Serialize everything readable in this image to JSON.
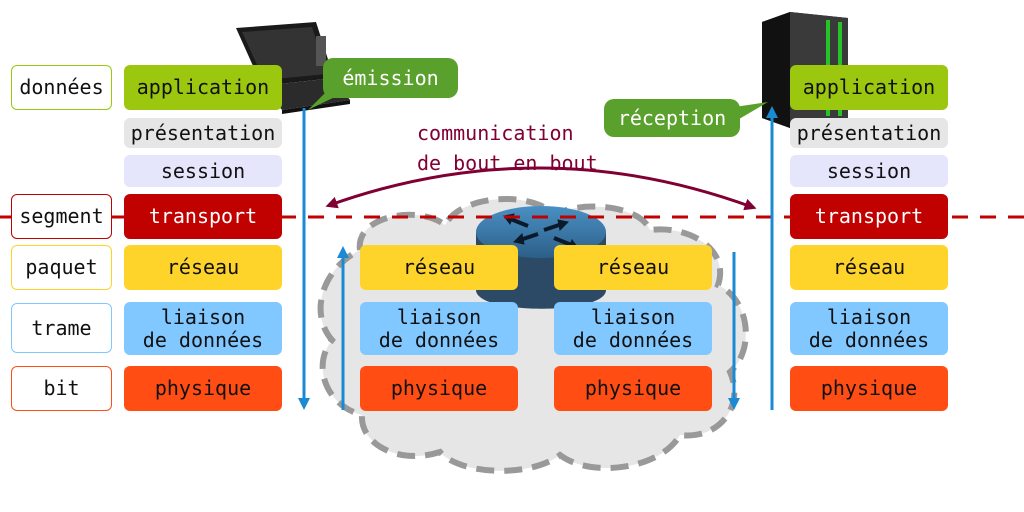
{
  "colors": {
    "application": "#9bc80e",
    "presentation": "#e6e6e6",
    "session": "#e5e5fb",
    "transport": "#c10000",
    "reseau": "#ffd42a",
    "liaison": "#80c8ff",
    "physique": "#ff4d14",
    "arrow": "#1a8ad4",
    "dash": "#c10000",
    "comm": "#800033",
    "bubble": "#5aa02c",
    "cloud": "#e6e6e6",
    "cloud_border": "#999999"
  },
  "units": [
    {
      "key": "donnees",
      "label": "données",
      "color": "#9bc80e"
    },
    {
      "key": "segment",
      "label": "segment",
      "color": "#c10000"
    },
    {
      "key": "paquet",
      "label": "paquet",
      "color": "#ffd42a"
    },
    {
      "key": "trame",
      "label": "trame",
      "color": "#80c8ff"
    },
    {
      "key": "bit",
      "label": "bit",
      "color": "#ff4d14"
    }
  ],
  "layers": {
    "application": "application",
    "presentation": "présentation",
    "session": "session",
    "transport": "transport",
    "reseau": "réseau",
    "liaison": "liaison\nde données",
    "physique": "physique"
  },
  "labels": {
    "emission": "émission",
    "reception": "réception",
    "communication": "communication\nde bout en bout"
  },
  "icons": {
    "sender": "laptop-icon",
    "receiver": "server-tower-icon",
    "router": "router-icon",
    "network": "cloud-network-icon"
  }
}
